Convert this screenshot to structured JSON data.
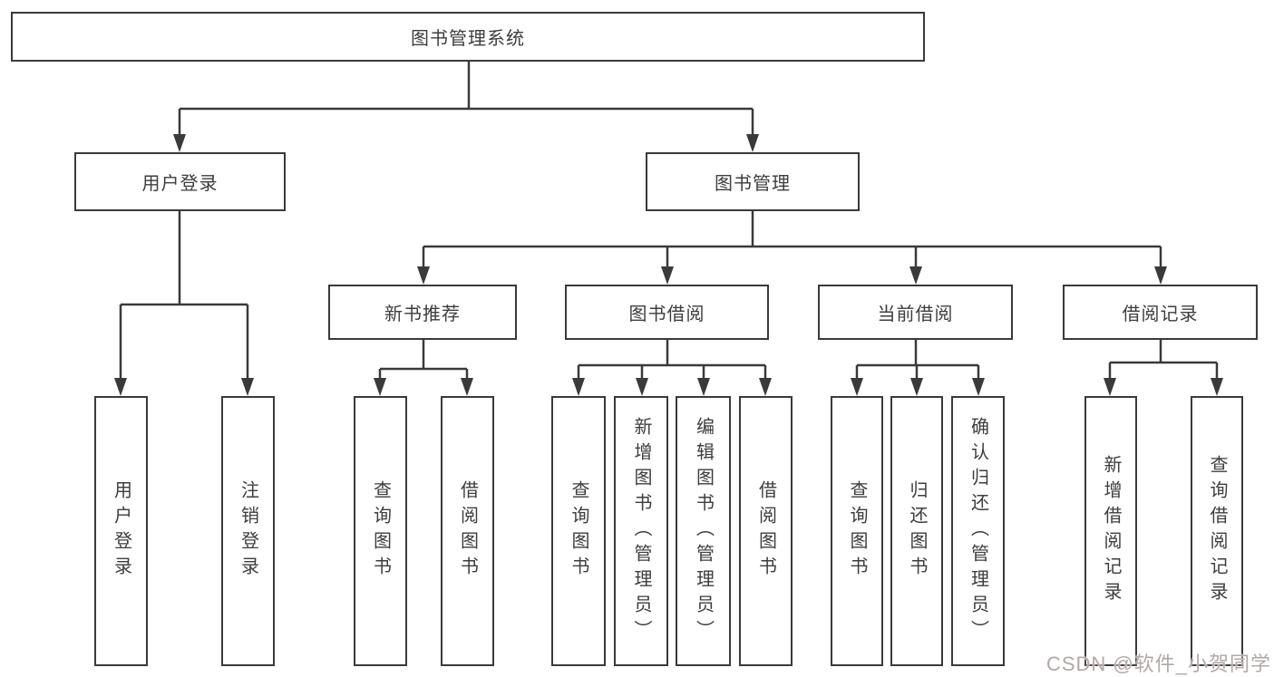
{
  "diagram": {
    "root": {
      "label": "图书管理系统"
    },
    "level2": [
      {
        "label": "用户登录"
      },
      {
        "label": "图书管理"
      }
    ],
    "level3": [
      {
        "label": "新书推荐"
      },
      {
        "label": "图书借阅"
      },
      {
        "label": "当前借阅"
      },
      {
        "label": "借阅记录"
      }
    ],
    "leaves": [
      {
        "label": "用户登录",
        "parent": "用户登录"
      },
      {
        "label": "注销登录",
        "parent": "用户登录"
      },
      {
        "label": "查询图书",
        "parent": "新书推荐"
      },
      {
        "label": "借阅图书",
        "parent": "新书推荐"
      },
      {
        "label": "查询图书",
        "parent": "图书借阅"
      },
      {
        "label": "新增图书（管理员）",
        "parent": "图书借阅"
      },
      {
        "label": "编辑图书（管理员）",
        "parent": "图书借阅"
      },
      {
        "label": "借阅图书",
        "parent": "图书借阅"
      },
      {
        "label": "查询图书",
        "parent": "当前借阅"
      },
      {
        "label": "归还图书",
        "parent": "当前借阅"
      },
      {
        "label": "确认归还（管理员）",
        "parent": "当前借阅"
      },
      {
        "label": "新增借阅记录",
        "parent": "借阅记录"
      },
      {
        "label": "查询借阅记录",
        "parent": "借阅记录"
      }
    ]
  },
  "watermark": {
    "text": "CSDN @软件_小贺同学"
  },
  "colors": {
    "line": "#3a3a3a",
    "text": "#3d3d3d",
    "watermark": "#b3a7a7",
    "background": "#ffffff"
  }
}
